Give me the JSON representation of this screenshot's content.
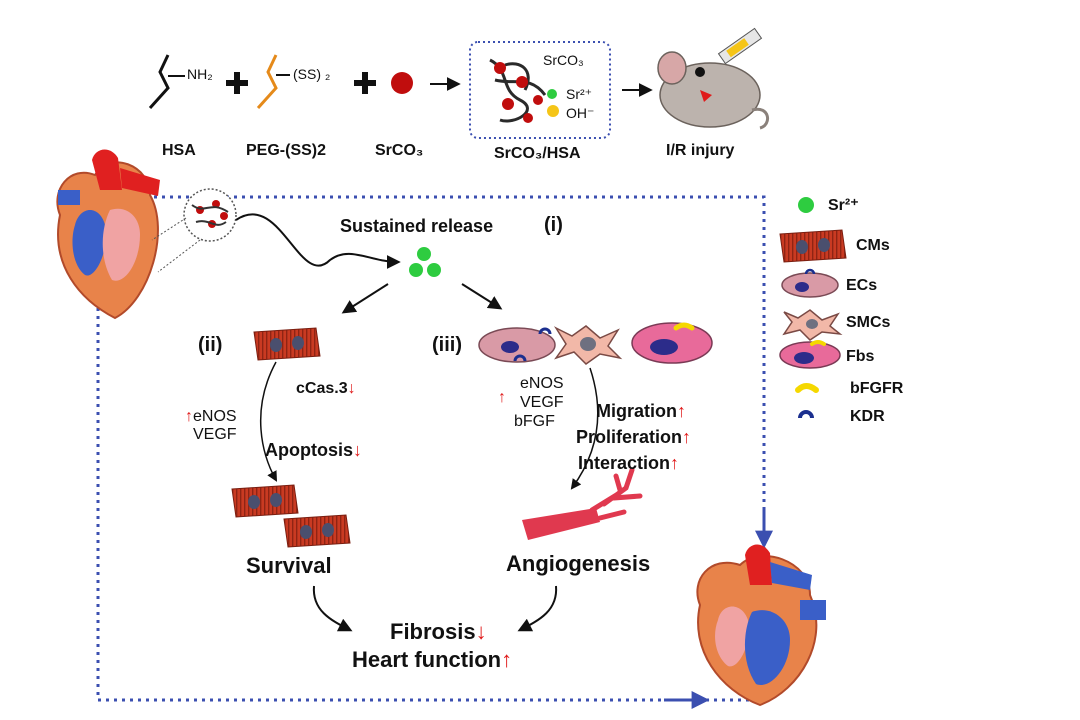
{
  "synthesis": {
    "hsa_label": "HSA",
    "peg_label": "PEG-(SS)2",
    "srco3_label": "SrCO₃",
    "complex_label": "SrCO₃/HSA",
    "injury_label": "I/R injury",
    "nh2_text": "NH₂",
    "ss_text": "(SS) ₂",
    "box_srco3": "SrCO₃",
    "box_sr": "Sr²⁺",
    "box_oh": "OH⁻"
  },
  "release": {
    "title": "Sustained release",
    "step": "(i)"
  },
  "branch_ii": {
    "tag": "(ii)",
    "marker": "cCas.3",
    "marker_dir": "↓",
    "factors": [
      "eNOS",
      "VEGF"
    ],
    "factors_dir": "↑",
    "process": "Apoptosis",
    "process_dir": "↓",
    "outcome": "Survival"
  },
  "branch_iii": {
    "tag": "(iii)",
    "factors": [
      "eNOS",
      "VEGF",
      "bFGF"
    ],
    "factors_dir": "↑",
    "effects": [
      {
        "label": "Migration",
        "dir": "↑"
      },
      {
        "label": "Proliferation",
        "dir": "↑"
      },
      {
        "label": "Interaction",
        "dir": "↑"
      }
    ],
    "outcome": "Angiogenesis"
  },
  "final": {
    "line1": "Fibrosis",
    "line1_dir": "↓",
    "line2": "Heart function",
    "line2_dir": "↑"
  },
  "legend": [
    {
      "icon": "sr-ion-icon",
      "label": "Sr²⁺"
    },
    {
      "icon": "cardiomyocyte-icon",
      "label": "CMs"
    },
    {
      "icon": "endothelial-cell-icon",
      "label": "ECs"
    },
    {
      "icon": "smooth-muscle-cell-icon",
      "label": "SMCs"
    },
    {
      "icon": "fibroblast-icon",
      "label": "Fbs"
    },
    {
      "icon": "bfgfr-receptor-icon",
      "label": "bFGFR"
    },
    {
      "icon": "kdr-receptor-icon",
      "label": "KDR"
    }
  ],
  "colors": {
    "accent_red": "#e01b1b",
    "dashed_border": "#2f3f9f",
    "cm_red": "#c93a22",
    "ec_pink": "#d99aa6",
    "fb_pink": "#e86a9a",
    "sr_green": "#2ecc40",
    "receptor_yellow": "#f5d800",
    "receptor_blue": "#1b2f8f"
  }
}
